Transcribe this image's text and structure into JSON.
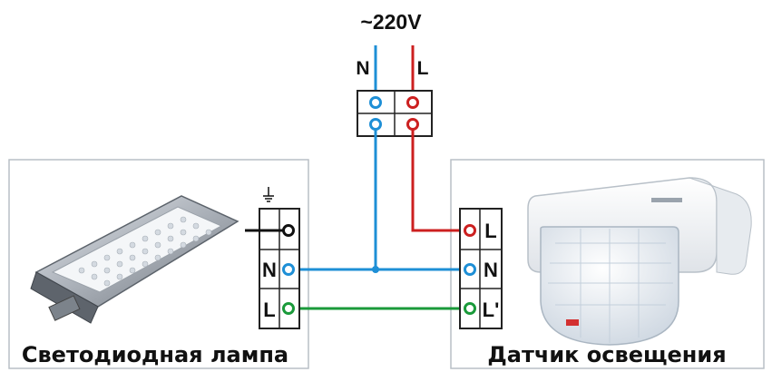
{
  "supply": {
    "voltage_label": "~220V",
    "neutral_label": "N",
    "line_label": "L"
  },
  "lamp": {
    "caption": "Светодиодная лампа",
    "terminals": [
      {
        "label": ""
      },
      {
        "label": "N"
      },
      {
        "label": "L"
      }
    ]
  },
  "sensor": {
    "caption": "Датчик освещения",
    "terminals": [
      {
        "label": "L"
      },
      {
        "label": "N"
      },
      {
        "label": "L'"
      }
    ]
  },
  "colors": {
    "neutral": "#1e8fd6",
    "line": "#cc2020",
    "load": "#1a9a3a",
    "ground": "#111111",
    "panel_border": "#b9bfc6",
    "terminal_border": "#222222"
  },
  "icons": {
    "ground": "ground-icon",
    "lamp": "led-street-lamp-icon",
    "sensor": "light-sensor-icon"
  }
}
